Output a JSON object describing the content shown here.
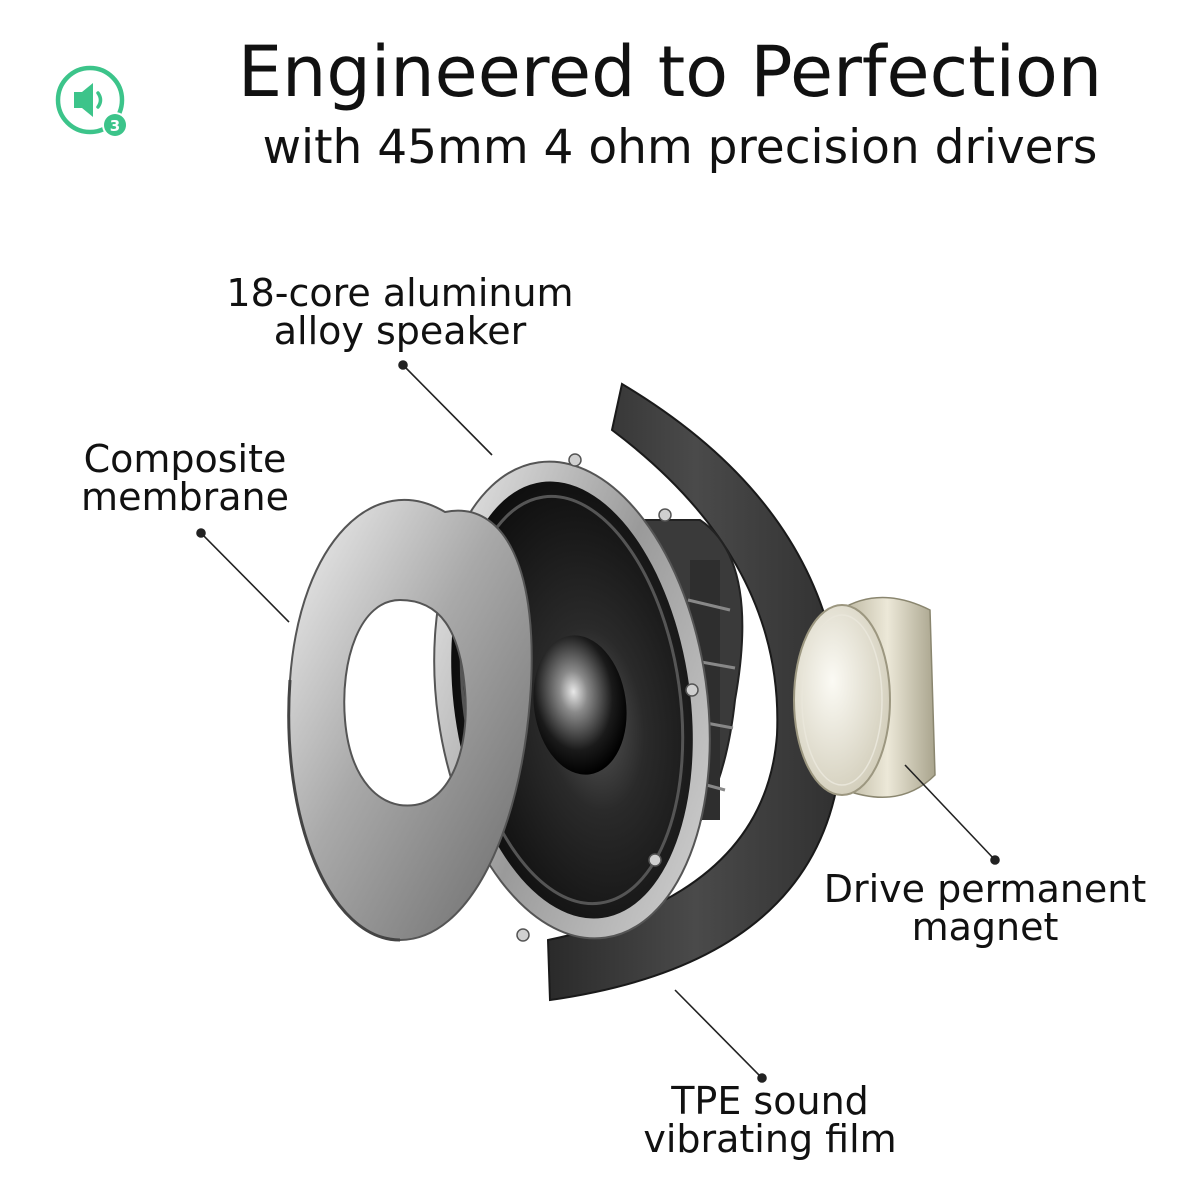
{
  "header": {
    "title": "Engineered to Perfection",
    "subtitle": "with 45mm 4 ohm precision drivers",
    "badge_number": "3",
    "badge_icon": "speaker-volume-icon",
    "accent_color": "#3cc48a"
  },
  "labels": {
    "speaker": [
      "18-core aluminum",
      "alloy speaker"
    ],
    "membrane": [
      "Composite",
      "membrane"
    ],
    "magnet": [
      "Drive permanent",
      "magnet"
    ],
    "film": [
      "TPE sound",
      "vibrating film"
    ]
  }
}
